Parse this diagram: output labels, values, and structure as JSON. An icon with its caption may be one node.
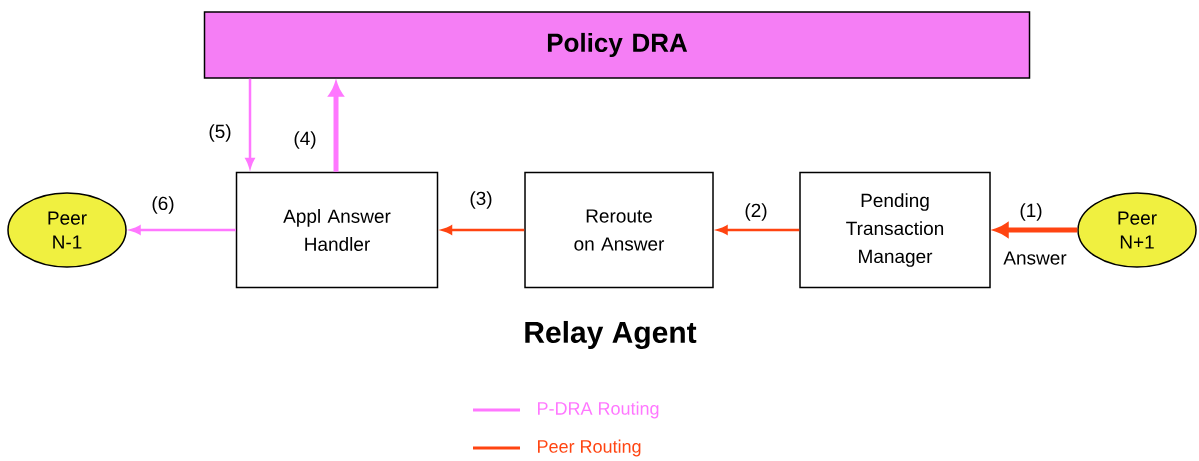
{
  "diagram": {
    "caption": "Relay Agent",
    "nodes": [
      {
        "text": [
          "Policy DRA"
        ]
      },
      {
        "text": [
          "Peer N-1"
        ]
      },
      {
        "text": [
          "Appl Answer Handler"
        ]
      },
      {
        "text": [
          "Reroute on Answer"
        ]
      },
      {
        "text": [
          "Pending Transaction Manager"
        ]
      },
      {
        "text": [
          "Peer N+1"
        ]
      }
    ],
    "edges": [
      {
        "from": 5,
        "to": 4,
        "arrow": "to",
        "label": "(1)",
        "style": "thick",
        "color": "#ff4411"
      },
      {
        "from": 4,
        "to": 3,
        "arrow": "to",
        "label": "(2)",
        "color": "#ff4411"
      },
      {
        "from": 3,
        "to": 2,
        "arrow": "to",
        "label": "(3)",
        "color": "#ff4411"
      },
      {
        "from": 2,
        "to": 0,
        "arrow": "to",
        "label": "(4)",
        "style": "thick",
        "color": "#ff77ff"
      },
      {
        "from": 0,
        "to": 2,
        "arrow": "to",
        "label": "(5)",
        "color": "#ff77ff"
      },
      {
        "from": 2,
        "to": 1,
        "arrow": "to",
        "label": "(6)",
        "color": "#ff77ff"
      }
    ],
    "labels": [
      "Answer"
    ],
    "legend": [
      {
        "text": "P-DRA Routing",
        "color": "#ff77ff"
      },
      {
        "text": "Peer Routing",
        "color": "#ff4411"
      }
    ]
  }
}
